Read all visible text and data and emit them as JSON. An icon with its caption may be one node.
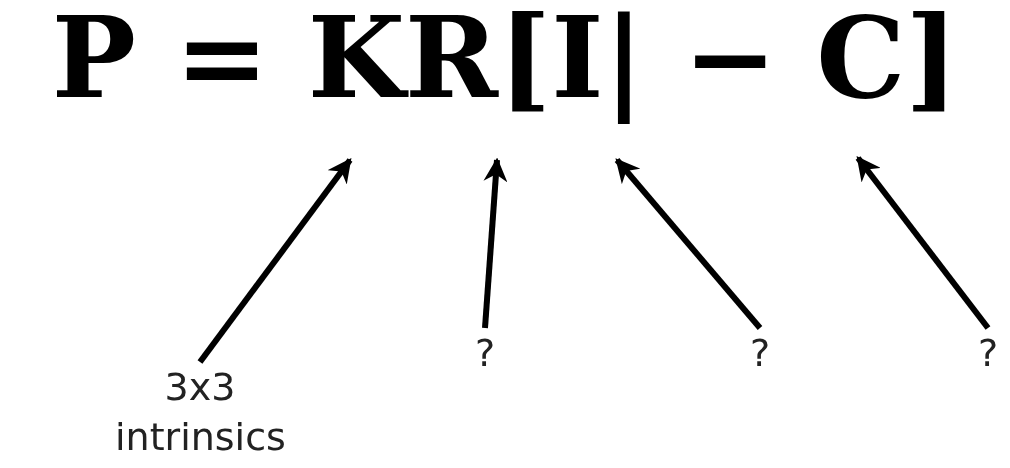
{
  "diagram": {
    "nodes": [
      {
        "text": [
          "3x3 intrinsics"
        ]
      },
      {
        "text": [
          "?"
        ]
      },
      {
        "text": [
          "?"
        ]
      },
      {
        "text": [
          "?"
        ]
      }
    ],
    "edges": [
      {
        "from": 0,
        "to": null,
        "arrow": "to"
      },
      {
        "from": 1,
        "to": null,
        "arrow": "to"
      },
      {
        "from": 2,
        "to": null,
        "arrow": "to"
      },
      {
        "from": 3,
        "to": null,
        "arrow": "to"
      }
    ],
    "labels": [
      "P = KR[I| − C]"
    ]
  }
}
